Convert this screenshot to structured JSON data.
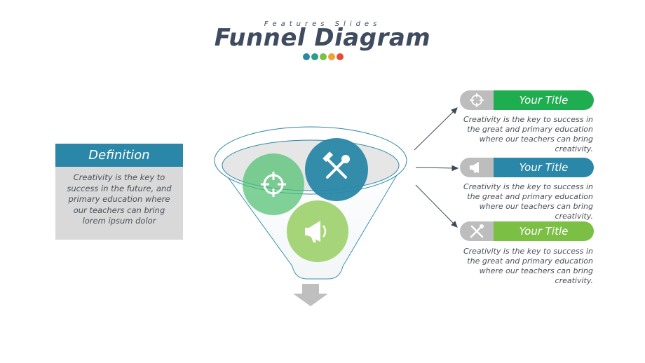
{
  "header": {
    "kicker": "Features Slides",
    "title": "Funnel Diagram",
    "dots": [
      "#2a87a8",
      "#2e9c8a",
      "#7bbf45",
      "#f0a030",
      "#e84a3a"
    ]
  },
  "definition": {
    "title": "Definition",
    "body": "Creativity is the key to success in the future, and primary education where our teachers can bring lorem ipsum dolor"
  },
  "funnel": {
    "icons": [
      "crosshair-icon",
      "tools-icon",
      "megaphone-icon"
    ],
    "circle_colors": [
      "#4cbf6e",
      "#2a87a8",
      "#9ccf6a"
    ]
  },
  "items": [
    {
      "title": "Your Title",
      "color": "#1fae4f",
      "icon": "crosshair-icon",
      "text": "Creativity is the key to success in the great and primary education where our teachers can bring creativity."
    },
    {
      "title": "Your Title",
      "color": "#2a87a8",
      "icon": "megaphone-icon",
      "text": "Creativity is the key to success in the great and primary education where our teachers can bring creativity."
    },
    {
      "title": "Your Title",
      "color": "#7bbf45",
      "icon": "tools-icon",
      "text": "Creativity is the key to success in the great and primary education where our teachers can bring creativity."
    }
  ]
}
